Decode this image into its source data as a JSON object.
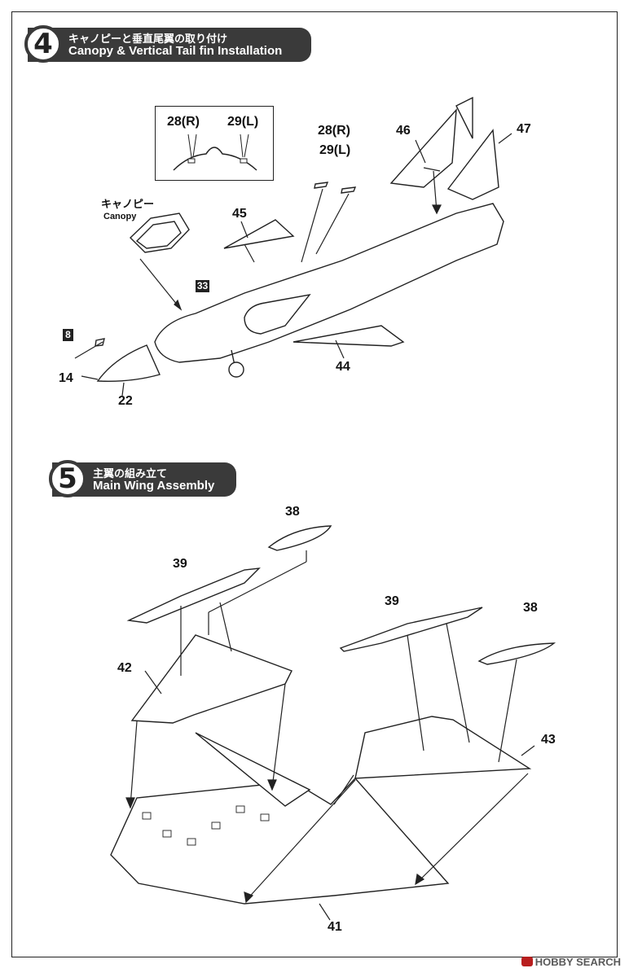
{
  "step4": {
    "number": "4",
    "title_jp": "キャノピーと垂直尾翼の取り付け",
    "title_en": "Canopy & Vertical Tail fin Installation",
    "inset_label_r": "28(R)",
    "inset_label_l": "29(L)",
    "canopy_jp": "キャノピー",
    "canopy_en": "Canopy",
    "parts": {
      "p28r": "28(R)",
      "p29l": "29(L)",
      "p46": "46",
      "p47": "47",
      "p45": "45",
      "p33": "33",
      "p8": "8",
      "p14": "14",
      "p22": "22",
      "p44": "44"
    }
  },
  "step5": {
    "number": "5",
    "title_jp": "主翼の組み立て",
    "title_en": "Main Wing Assembly",
    "parts": {
      "p38a": "38",
      "p39a": "39",
      "p42": "42",
      "p39b": "39",
      "p38b": "38",
      "p43": "43",
      "p41": "41"
    }
  },
  "watermark": {
    "text": "HOBBY SEARCH",
    "icon": "hobbysearch-logo-icon"
  }
}
